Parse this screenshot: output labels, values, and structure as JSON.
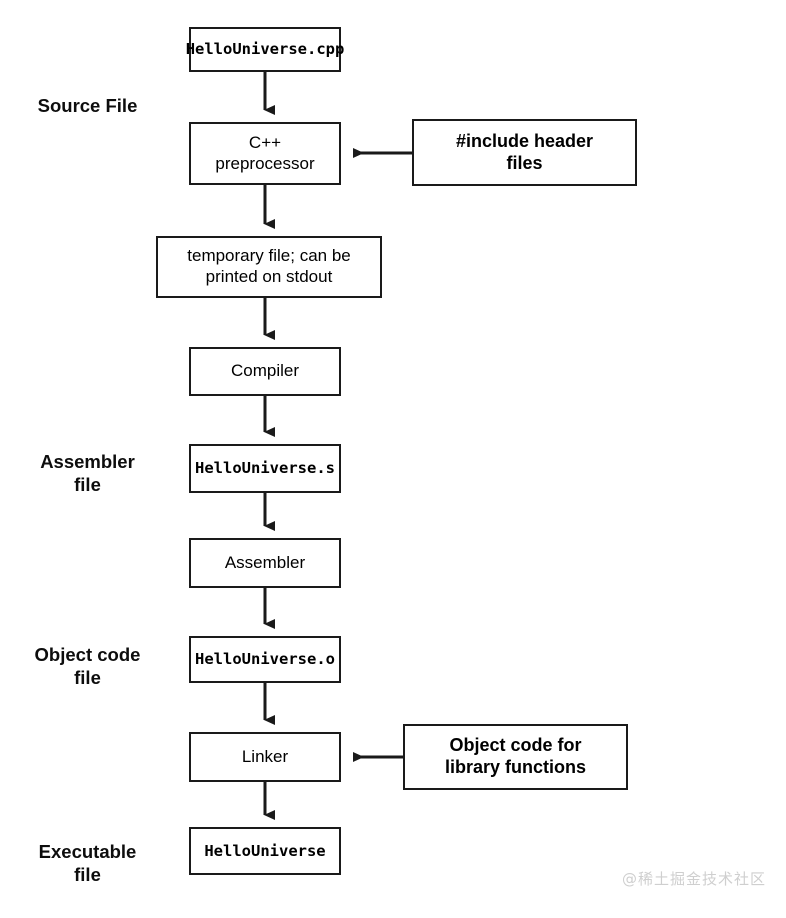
{
  "diagram": {
    "title_hidden": "C++ compilation pipeline flowchart",
    "nodes": [
      {
        "id": "source_file",
        "label": "HelloUniverse.cpp",
        "style": "mono"
      },
      {
        "id": "preprocessor",
        "label": "C++\npreprocessor",
        "style": "sans"
      },
      {
        "id": "include_headers",
        "label": "#include header\nfiles",
        "style": "sans-bold"
      },
      {
        "id": "temp_file",
        "label": "temporary file; can be\nprinted on stdout",
        "style": "sans"
      },
      {
        "id": "compiler",
        "label": "Compiler",
        "style": "sans"
      },
      {
        "id": "assembly_file",
        "label": "HelloUniverse.s",
        "style": "mono"
      },
      {
        "id": "assembler",
        "label": "Assembler",
        "style": "sans"
      },
      {
        "id": "object_file",
        "label": "HelloUniverse.o",
        "style": "mono"
      },
      {
        "id": "linker",
        "label": "Linker",
        "style": "sans"
      },
      {
        "id": "library_objects",
        "label": "Object code for\nlibrary functions",
        "style": "sans-bold"
      },
      {
        "id": "executable",
        "label": "HelloUniverse",
        "style": "mono"
      }
    ],
    "side_labels": [
      {
        "id": "source_file_label",
        "text": "Source File"
      },
      {
        "id": "assembler_file_label",
        "text": "Assembler\nfile"
      },
      {
        "id": "object_code_label",
        "text": "Object code\nfile"
      },
      {
        "id": "executable_label",
        "text": "Executable\nfile"
      }
    ],
    "watermark": "@稀土掘金技术社区",
    "colors": {
      "stroke": "#1a1a1a",
      "fill": "#ffffff",
      "text": "#000000",
      "watermark": "#cfcfcf"
    }
  }
}
